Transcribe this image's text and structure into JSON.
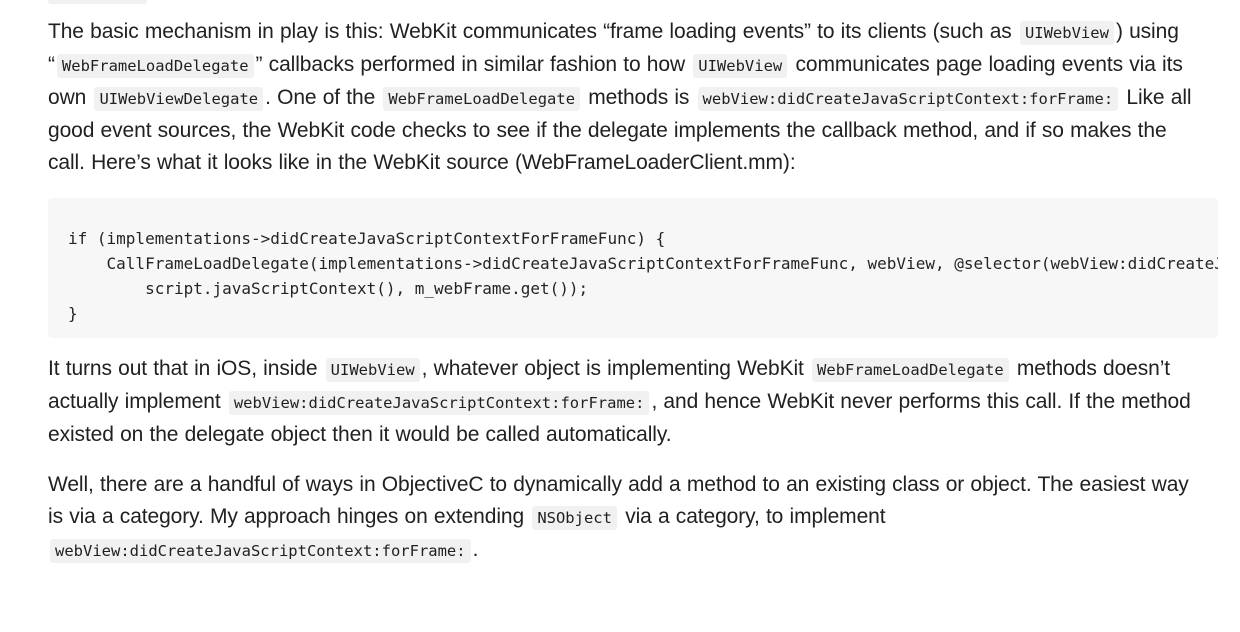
{
  "document": {
    "blocks": [
      {
        "type": "paragraph",
        "id": "p1",
        "runs": [
          {
            "kind": "text",
            "text": "The basic mechanism in play is this: WebKit communicates “frame loading events” to its clients (such as "
          },
          {
            "kind": "code",
            "text": "UIWebView"
          },
          {
            "kind": "text",
            "text": ") using “"
          },
          {
            "kind": "code",
            "text": "WebFrameLoadDelegate"
          },
          {
            "kind": "text",
            "text": "” callbacks performed in similar fashion to how "
          },
          {
            "kind": "code",
            "text": "UIWebView"
          },
          {
            "kind": "text",
            "text": " communicates page loading events via its own "
          },
          {
            "kind": "code",
            "text": "UIWebViewDelegate"
          },
          {
            "kind": "text",
            "text": ". One of the "
          },
          {
            "kind": "code",
            "text": "WebFrameLoadDelegate"
          },
          {
            "kind": "text",
            "text": " methods is "
          },
          {
            "kind": "code",
            "text": "webView:didCreateJavaScriptContext:forFrame:"
          },
          {
            "kind": "text",
            "text": " Like all good event sources, the WebKit code checks to see if the delegate implements the callback method, and if so makes the call. Here’s what it looks like in the WebKit source (WebFrameLoaderClient.mm):"
          }
        ]
      },
      {
        "type": "code_block",
        "id": "code1",
        "lines": [
          "if (implementations->didCreateJavaScriptContextForFrameFunc) {",
          "    CallFrameLoadDelegate(implementations->didCreateJavaScriptContextForFrameFunc, webView, @selector(webView:didCreateJavaScriptContext:forFrame:),",
          "        script.javaScriptContext(), m_webFrame.get());",
          "}"
        ]
      },
      {
        "type": "paragraph",
        "id": "p2",
        "runs": [
          {
            "kind": "text",
            "text": "It turns out that in iOS, inside "
          },
          {
            "kind": "code",
            "text": "UIWebView"
          },
          {
            "kind": "text",
            "text": ", whatever object is implementing WebKit "
          },
          {
            "kind": "code",
            "text": "WebFrameLoadDelegate"
          },
          {
            "kind": "text",
            "text": " methods doesn’t actually implement "
          },
          {
            "kind": "code",
            "text": "webView:didCreateJavaScriptContext:forFrame:"
          },
          {
            "kind": "text",
            "text": ", and hence WebKit never performs this call. If the method existed on the delegate object then it would be called automatically."
          }
        ]
      },
      {
        "type": "paragraph",
        "id": "p3",
        "runs": [
          {
            "kind": "text",
            "text": "Well, there are a handful of ways in ObjectiveC to dynamically add a method to an existing class or object. The easiest way is via a category. My approach hinges on extending "
          },
          {
            "kind": "code",
            "text": "NSObject"
          },
          {
            "kind": "text",
            "text": " via a category, to implement "
          },
          {
            "kind": "code",
            "text": "webView:didCreateJavaScriptContext:forFrame:"
          },
          {
            "kind": "text",
            "text": "."
          }
        ]
      }
    ]
  },
  "colors": {
    "page_background": "#ffffff",
    "body_text": "#212121",
    "inline_code_background": "#f1f1f1",
    "code_block_background": "#f7f7f7",
    "code_text": "#242424"
  }
}
